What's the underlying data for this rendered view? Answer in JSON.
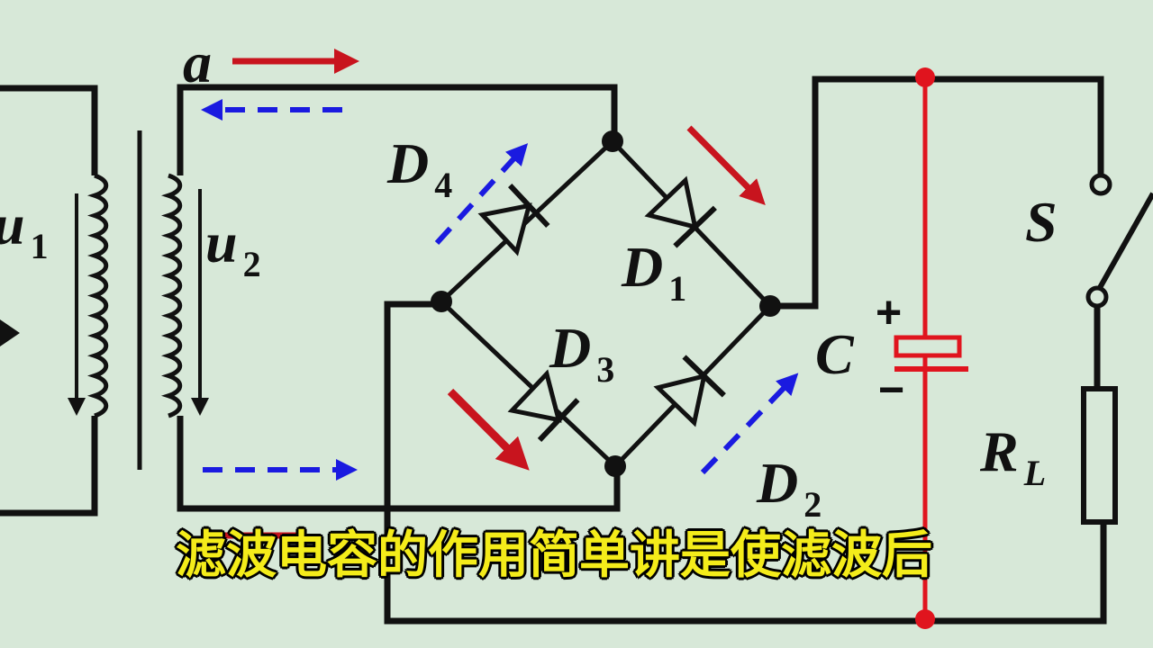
{
  "diagram": {
    "labels": {
      "a": "a",
      "u1": "u",
      "u1_sub": "1",
      "u2": "u",
      "u2_sub": "2",
      "D4": "D",
      "D4_sub": "4",
      "D1": "D",
      "D1_sub": "1",
      "D3": "D",
      "D3_sub": "3",
      "D2": "D",
      "D2_sub": "2",
      "C": "C",
      "plus": "+",
      "minus": "−",
      "S": "S",
      "RL": "R",
      "RL_sub": "L"
    },
    "colors": {
      "background": "#d7e8d8",
      "wire": "#111111",
      "current_positive": "#c8141e",
      "current_negative": "#1a1ae0",
      "capacitor_line": "#e0141e"
    }
  },
  "subtitle": "滤波电容的作用简单讲是使滤波后"
}
